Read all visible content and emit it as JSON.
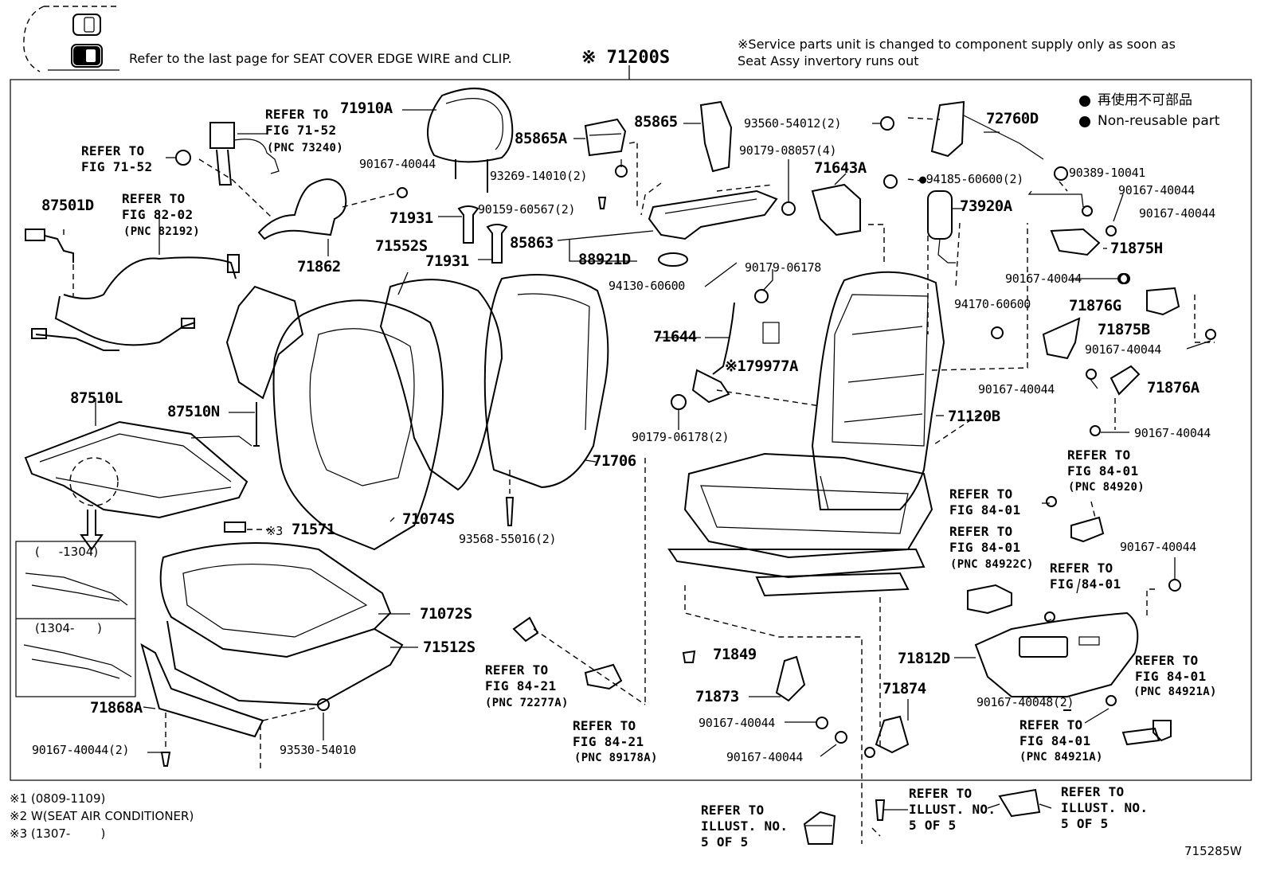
{
  "header": {
    "edge_note": "Refer to the last page for SEAT COVER EDGE WIRE and CLIP.",
    "assy_part": "※ 71200S",
    "service_note_line1": "※Service parts unit is changed to component supply only as soon as",
    "service_note_line2": "Seat Assy invertory runs out"
  },
  "legend": {
    "jp": "再使用不可部品",
    "en": "Non-reusable part"
  },
  "parts": {
    "p71910A": "71910A",
    "p85865A": "85865A",
    "p85865": "85865",
    "p93560": "93560-54012(2)",
    "p72760D": "72760D",
    "p90167_a": "90167-40044",
    "p93269": "93269-14010(2)",
    "p90179_08057": "90179-08057(4)",
    "p71643A": "71643A",
    "p94185": "●94185-60600(2)",
    "p90389": "90389-10041",
    "p90167_b": "90167-40044",
    "p90167_c": "90167-40044",
    "p87501D": "87501D",
    "p90159": "90159-60567(2)",
    "p71931_a": "71931",
    "p71931_b": "71931",
    "p73920A": "73920A",
    "p71552S": "71552S",
    "p85863": "85863",
    "p88921D": "88921D",
    "p71875H": "71875H",
    "p71862": "71862",
    "p94130": "94130-60600",
    "p90179_06178": "90179-06178",
    "p90167_d": "90167-40044",
    "p94170": "94170-60600",
    "p71876G": "71876G",
    "p71875B": "71875B",
    "p71644": "71644",
    "p90167_e": "90167-40044",
    "p179977A": "※179977A",
    "p90167_f": "90167-40044",
    "p71876A": "71876A",
    "p87510L": "87510L",
    "p87510N": "87510N",
    "p71120B": "71120B",
    "p90179_06178_2": "90179-06178(2)",
    "p90167_g": "90167-40044",
    "p71706": "71706",
    "p71074S": "71074S",
    "p71571": "71571",
    "p71571_prefix": "※3",
    "p93568": "93568-55016(2)",
    "p90167_h": "90167-40044",
    "p71072S": "71072S",
    "p71512S": "71512S",
    "p71849": "71849",
    "p71812D": "71812D",
    "p71873": "71873",
    "p71874": "71874",
    "p71868A": "71868A",
    "p90167_48": "90167-40048(2)",
    "p90167_i": "90167-40044",
    "p90167_j": "90167-40044",
    "p90167_k": "90167-40044(2)",
    "p93530": "93530-54010"
  },
  "refs": {
    "r_71_52_top": "REFER TO\nFIG 71-52",
    "r_71_52_top_pnc": "(PNC 73240)",
    "r_71_52_left": "REFER TO\nFIG 71-52",
    "r_82_02": "REFER TO\nFIG 82-02",
    "r_82_02_pnc": "(PNC 82192)",
    "r_84_01_a": "REFER TO\nFIG 84-01",
    "r_84_01_a_pnc": "(PNC 84920)",
    "r_84_01_b": "REFER TO\nFIG 84-01",
    "r_84_01_c": "REFER TO\nFIG 84-01",
    "r_84_01_c_pnc": "(PNC 84922C)",
    "r_84_01_d": "REFER TO\nFIG 84-01",
    "r_84_21_a": "REFER TO\nFIG 84-21",
    "r_84_21_a_pnc": "(PNC 72277A)",
    "r_84_21_b": "REFER TO\nFIG 84-21",
    "r_84_21_b_pnc": "(PNC 89178A)",
    "r_84_01_e": "REFER TO\nFIG 84-01",
    "r_84_01_e_pnc": "(PNC 84921A)",
    "r_84_01_f": "REFER TO\nFIG 84-01",
    "r_84_01_f_pnc": "(PNC 84921A)",
    "r_illust_a": "REFER TO\nILLUST. NO.\n5 OF 5",
    "r_illust_b": "REFER TO\nILLUST. NO.\n5 OF 5",
    "r_illust_c": "REFER TO\nILLUST. NO.\n5 OF 5"
  },
  "inset": {
    "top_label": "(     -1304)",
    "bottom_label": "(1304-      )"
  },
  "footnotes": {
    "n1": "※1 (0809-1109)",
    "n2": "※2 W(SEAT AIR CONDITIONER)",
    "n3": "※3 (1307-        )"
  },
  "figure_id": "715285W"
}
